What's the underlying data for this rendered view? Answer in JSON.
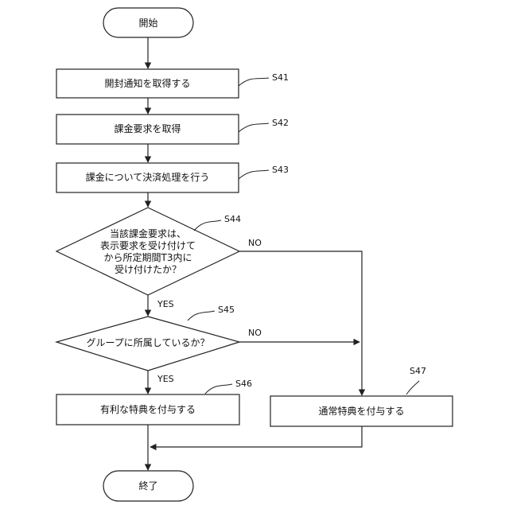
{
  "flowchart": {
    "start": "開始",
    "end": "終了",
    "steps": {
      "s41": {
        "id": "S41",
        "label": "開封通知を取得する"
      },
      "s42": {
        "id": "S42",
        "label": "課金要求を取得"
      },
      "s43": {
        "id": "S43",
        "label": "課金について決済処理を行う"
      },
      "s44": {
        "id": "S44",
        "lines": [
          "当該課金要求は、",
          "表示要求を受け付けて",
          "から所定期間T3内に",
          "受け付けたか？"
        ]
      },
      "s45": {
        "id": "S45",
        "label": "グループに所属しているか？"
      },
      "s46": {
        "id": "S46",
        "label": "有利な特典を付与する"
      },
      "s47": {
        "id": "S47",
        "label": "通常特典を付与する"
      }
    },
    "branches": {
      "s44_yes": "YES",
      "s44_no": "NO",
      "s45_yes": "YES",
      "s45_no": "NO"
    }
  },
  "colors": {
    "stroke": "#222222",
    "fill": "#ffffff",
    "text": "#111111"
  }
}
